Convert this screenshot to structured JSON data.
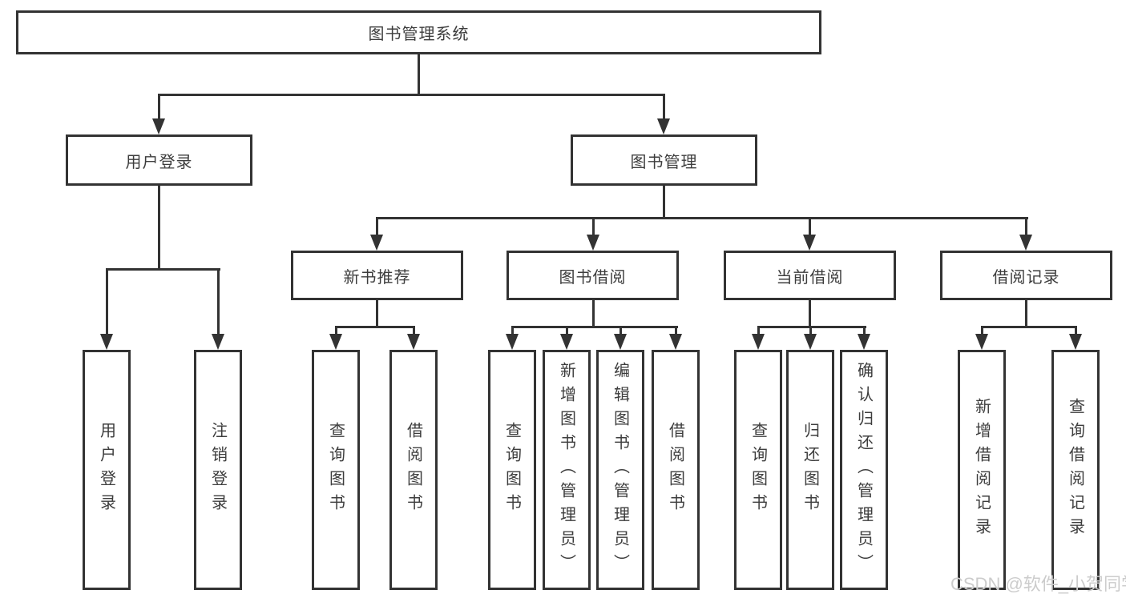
{
  "tree": {
    "root": {
      "label": "图书管理系统",
      "children": [
        {
          "label": "用户登录",
          "children": [
            {
              "label": "用户登录"
            },
            {
              "label": "注销登录"
            }
          ]
        },
        {
          "label": "图书管理",
          "children": [
            {
              "label": "新书推荐",
              "children": [
                {
                  "label": "查询图书"
                },
                {
                  "label": "借阅图书"
                }
              ]
            },
            {
              "label": "图书借阅",
              "children": [
                {
                  "label": "查询图书"
                },
                {
                  "label": "新增图书（管理员）"
                },
                {
                  "label": "编辑图书（管理员）"
                },
                {
                  "label": "借阅图书"
                }
              ]
            },
            {
              "label": "当前借阅",
              "children": [
                {
                  "label": "查询图书"
                },
                {
                  "label": "归还图书"
                },
                {
                  "label": "确认归还（管理员）"
                }
              ]
            },
            {
              "label": "借阅记录",
              "children": [
                {
                  "label": "新增借阅记录"
                },
                {
                  "label": "查询借阅记录"
                }
              ]
            }
          ]
        }
      ]
    }
  },
  "watermark": "CSDN @软件_小贺同学",
  "colors": {
    "line": "#333333",
    "border": "#333333",
    "text": "#3d3d3d",
    "watermark": "#cccccc",
    "background": "#ffffff"
  }
}
